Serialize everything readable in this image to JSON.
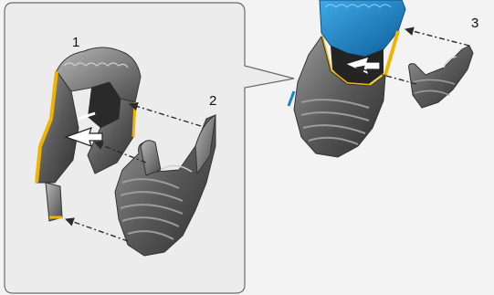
{
  "labels": {
    "part_1": "1",
    "part_2": "2",
    "part_3": "3"
  },
  "colors": {
    "background": "#f3f3f3",
    "callout_fill": "#ececec",
    "callout_border": "#6b6b6b",
    "cartilage_yellow": "#f0b400",
    "tissue_blue": "#1a84c8",
    "tissue_gray": "#5c5c5c",
    "arrow": "#2a2a2a"
  },
  "icons": {
    "arrow_style": "dash-dot-arrow",
    "hollow_arrow": "outlined-white-arrow"
  }
}
